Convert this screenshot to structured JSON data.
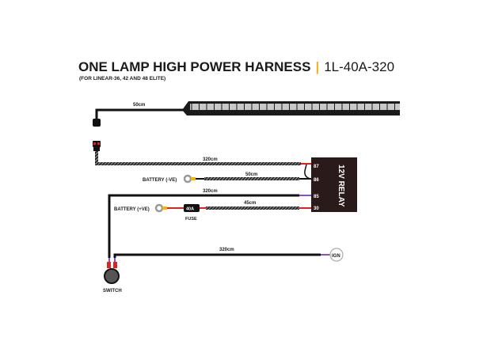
{
  "title": {
    "main": "ONE LAMP HIGH POWER HARNESS",
    "separator": "|",
    "code": "1L-40A-320",
    "subtitle": "(FOR LINEAR-36, 42 AND 48 ELITE)"
  },
  "wires": {
    "lamp_lead": "50cm",
    "lamp_harness": "320cm",
    "negative_lead": "50cm",
    "switch_lead": "320cm",
    "positive_lead": "45cm",
    "ignition_lead": "320cm"
  },
  "relay": {
    "label": "12V RELAY",
    "pins": [
      "87",
      "86",
      "85",
      "30"
    ]
  },
  "components": {
    "battery_negative": "BATTERY (-VE)",
    "battery_positive": "BATTERY (+VE)",
    "fuse_rating": "40A",
    "fuse_label": "FUSE",
    "switch_label": "SWITCH",
    "ignition_label": "IGN"
  },
  "colors": {
    "accent": "#f0b323",
    "red": "#e3201b",
    "purple": "#8b4fc4",
    "yellow": "#f5b400",
    "relay": "#2a1a1a"
  }
}
